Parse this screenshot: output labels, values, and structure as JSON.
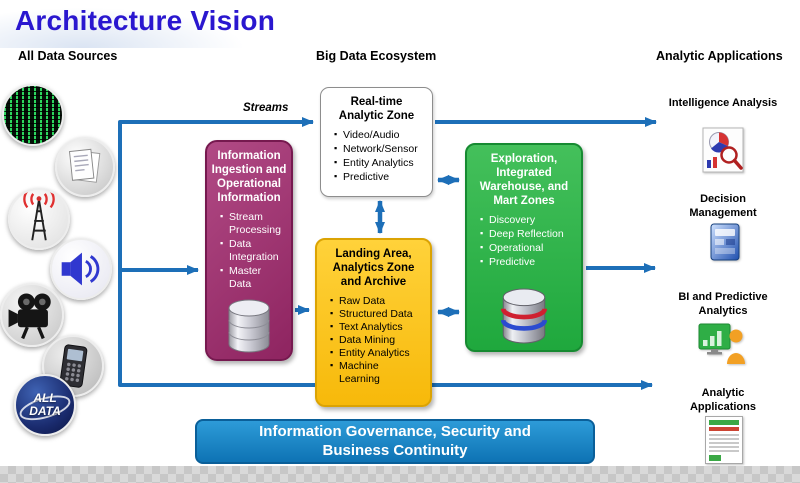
{
  "title": "Architecture Vision",
  "column_headers": {
    "sources": "All Data Sources",
    "ecosystem": "Big Data Ecosystem",
    "applications": "Analytic Applications"
  },
  "labels": {
    "streams": "Streams"
  },
  "sources": {
    "all_data": {
      "line1": "ALL",
      "line2": "DATA"
    },
    "icons": [
      "matrix-data",
      "documents",
      "radio-antenna",
      "audio-speaker",
      "video-camera",
      "mobile-phone",
      "all-data-globe"
    ]
  },
  "boxes": {
    "realtime": {
      "title": "Real-time Analytic Zone",
      "bullets": [
        "Video/Audio",
        "Network/Sensor",
        "Entity Analytics",
        "Predictive"
      ]
    },
    "ingestion": {
      "title": "Information Ingestion and Operational Information",
      "bullets": [
        "Stream Processing",
        "Data Integration",
        "Master Data"
      ]
    },
    "landing": {
      "title": "Landing Area, Analytics Zone and Archive",
      "bullets": [
        "Raw Data",
        "Structured Data",
        "Text Analytics",
        "Data Mining",
        "Entity Analytics",
        "Machine Learning"
      ]
    },
    "exploration": {
      "title": "Exploration, Integrated Warehouse, and Mart Zones",
      "bullets": [
        "Discovery",
        "Deep Reflection",
        "Operational",
        "Predictive"
      ]
    }
  },
  "banner": {
    "text": "Information Governance, Security and Business Continuity"
  },
  "applications": [
    {
      "label": "Intelligence Analysis",
      "icon": "pie-chart-magnifier"
    },
    {
      "label": "Decision Management",
      "icon": "blue-panel"
    },
    {
      "label": "BI and Predictive Analytics",
      "icon": "dashboard-with-person"
    },
    {
      "label": "Analytic Applications",
      "icon": "report-document"
    }
  ],
  "colors": {
    "title": "#2a17cf",
    "arrow": "#1d6fb8",
    "ingestion_box": "#9c2d6b",
    "landing_box": "#ffc20e",
    "exploration_box": "#2eb14a",
    "banner": "#1581c2"
  }
}
